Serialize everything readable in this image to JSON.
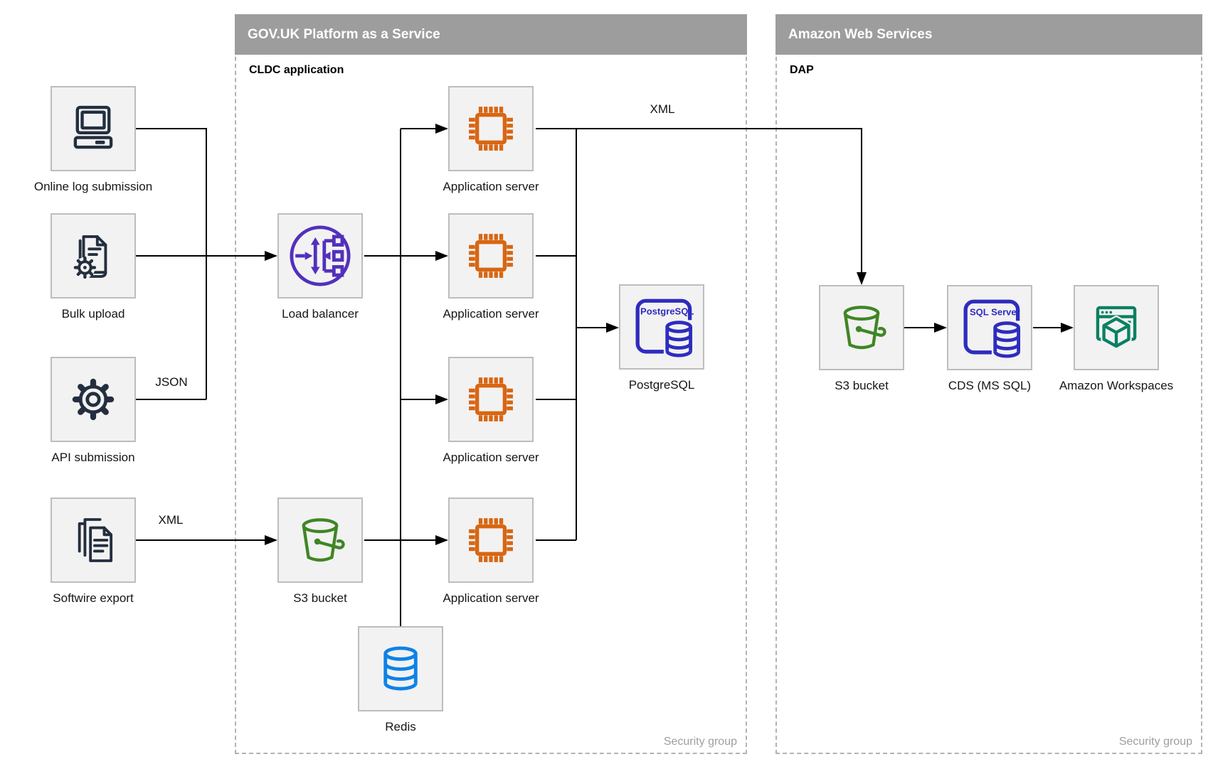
{
  "containers": {
    "govuk": {
      "title": "GOV.UK Platform as a Service",
      "sublabel": "CLDC application",
      "footer": "Security group"
    },
    "aws": {
      "title": "Amazon Web Services",
      "sublabel": "DAP",
      "footer": "Security group"
    }
  },
  "nodes": {
    "online_log": {
      "label": "Online log submission"
    },
    "bulk_upload": {
      "label": "Bulk upload"
    },
    "api_submission": {
      "label": "API submission"
    },
    "softwire_export": {
      "label": "Softwire export"
    },
    "load_balancer": {
      "label": "Load balancer"
    },
    "s3_govuk": {
      "label": "S3 bucket"
    },
    "app_server_1": {
      "label": "Application server"
    },
    "app_server_2": {
      "label": "Application server"
    },
    "app_server_3": {
      "label": "Application server"
    },
    "app_server_4": {
      "label": "Application server"
    },
    "postgresql": {
      "label": "PostgreSQL",
      "icon_text": "PostgreSQL"
    },
    "redis": {
      "label": "Redis"
    },
    "s3_aws": {
      "label": "S3 bucket"
    },
    "cds": {
      "label": "CDS (MS SQL)",
      "icon_text": "SQL Server"
    },
    "workspaces": {
      "label": "Amazon Workspaces"
    }
  },
  "edge_labels": {
    "api_json": "JSON",
    "softwire_xml": "XML",
    "app_to_aws_xml": "XML"
  },
  "colors": {
    "header_gray": "#9d9d9d",
    "node_fill": "#f2f2f2",
    "node_border": "#bdbdbd",
    "dashed_border": "#b3b3b3",
    "connector": "#000000",
    "muted_text": "#9e9e9e",
    "navy": "#232f3e",
    "orange": "#d86613",
    "purple": "#5230bd",
    "green": "#3f8624",
    "indigo": "#2e2cbe",
    "blue": "#0d82e8",
    "teal": "#0b8063"
  }
}
